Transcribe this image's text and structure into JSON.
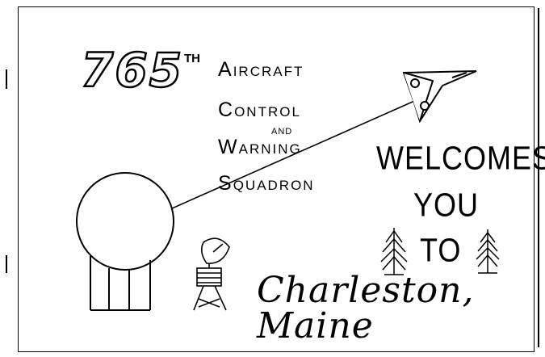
{
  "card": {
    "number": "765",
    "ordinal_suffix": "TH",
    "squadron_lines": [
      {
        "cap": "A",
        "rest": "ircraft"
      },
      {
        "cap": "C",
        "rest": "ontrol"
      },
      {
        "cap": "W",
        "rest": "arning"
      },
      {
        "cap": "S",
        "rest": "quadron"
      }
    ],
    "and_word": "and",
    "welcome_line1": "WELCOMES",
    "welcome_line2": "YOU",
    "welcome_line3": "TO",
    "place": "Charleston, Maine"
  },
  "icons": [
    "radar-dome-icon",
    "radar-antenna-icon",
    "jet-aircraft-icon",
    "pine-tree-icon"
  ],
  "colors": {
    "ink": "#000000",
    "paper": "#ffffff"
  }
}
